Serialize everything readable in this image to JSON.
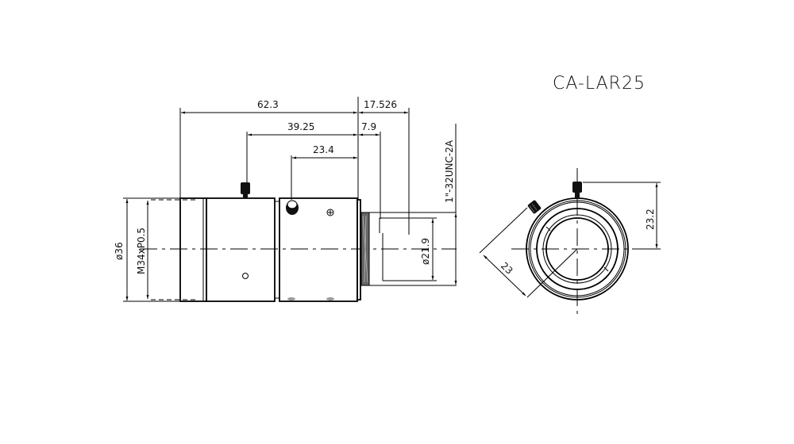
{
  "drawing": {
    "title": "CA-LAR25",
    "type": "lens technical drawing",
    "side_view": {
      "dimensions": {
        "overall_length": "62.3",
        "flange_extension": "17.526",
        "focus_ring_to_flange": "39.25",
        "thread_length": "7.9",
        "iris_ring_to_flange": "23.4",
        "front_diameter": "ø36",
        "filter_thread": "M34xP0.5",
        "rear_diameter": "ø21.9",
        "mount_thread": "1\"-32UNC-2A"
      }
    },
    "front_view": {
      "dimensions": {
        "screw_height": "23.2",
        "angled_screw_radius": "23"
      }
    }
  }
}
